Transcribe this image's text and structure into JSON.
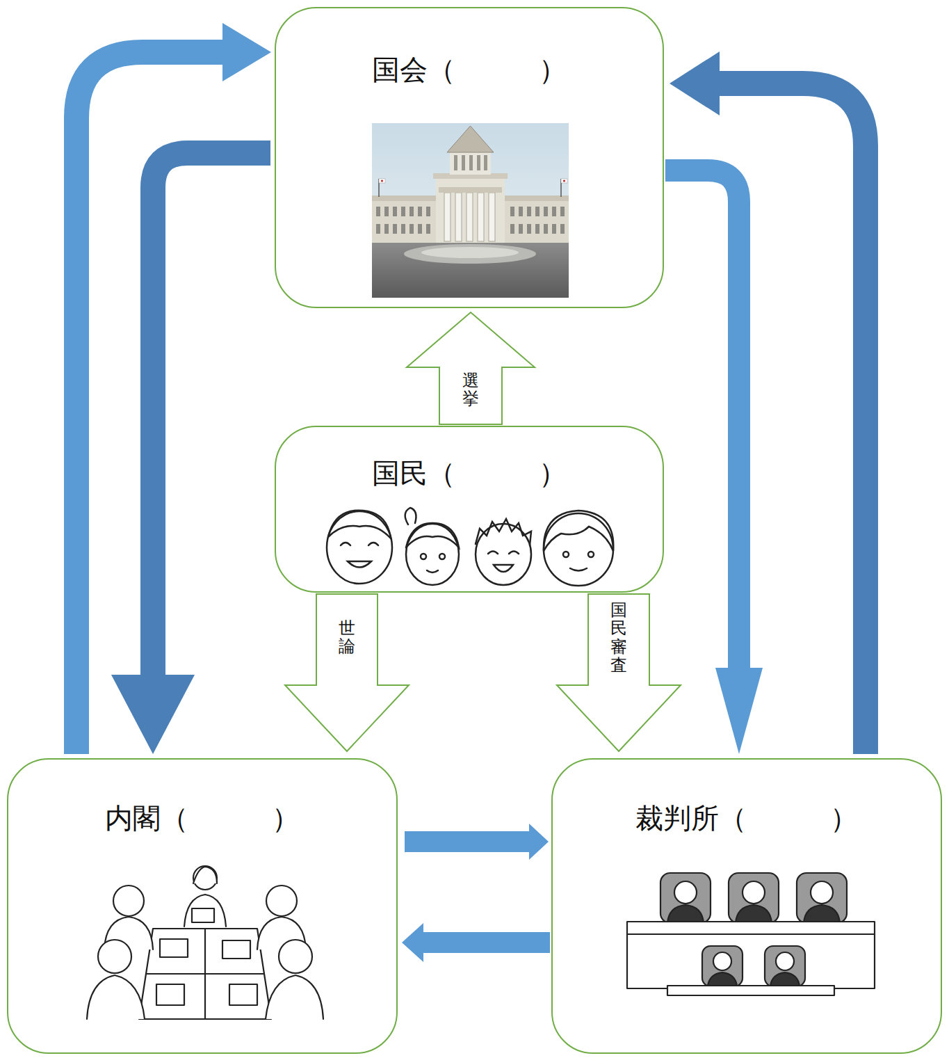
{
  "diagram": {
    "nodes": [
      {
        "text": [
          "国会（　　　）"
        ]
      },
      {
        "text": [
          "国民（　　　）"
        ]
      },
      {
        "text": [
          "内閣（　　　）"
        ]
      },
      {
        "text": [
          "裁判所（　　　）"
        ]
      }
    ],
    "edges": [
      {
        "from": 2,
        "to": 0,
        "arrow": "to"
      },
      {
        "from": 0,
        "to": 2,
        "arrow": "to"
      },
      {
        "from": 0,
        "to": 3,
        "arrow": "to"
      },
      {
        "from": 3,
        "to": 0,
        "arrow": "to"
      },
      {
        "from": 2,
        "to": 3,
        "arrow": "to"
      },
      {
        "from": 3,
        "to": 2,
        "arrow": "to"
      },
      {
        "from": 1,
        "to": 0,
        "label": "選挙",
        "arrow": "to"
      },
      {
        "from": 1,
        "to": 2,
        "label": "世論",
        "arrow": "to"
      },
      {
        "from": 1,
        "to": 3,
        "label": "国民審査",
        "arrow": "to"
      }
    ]
  }
}
